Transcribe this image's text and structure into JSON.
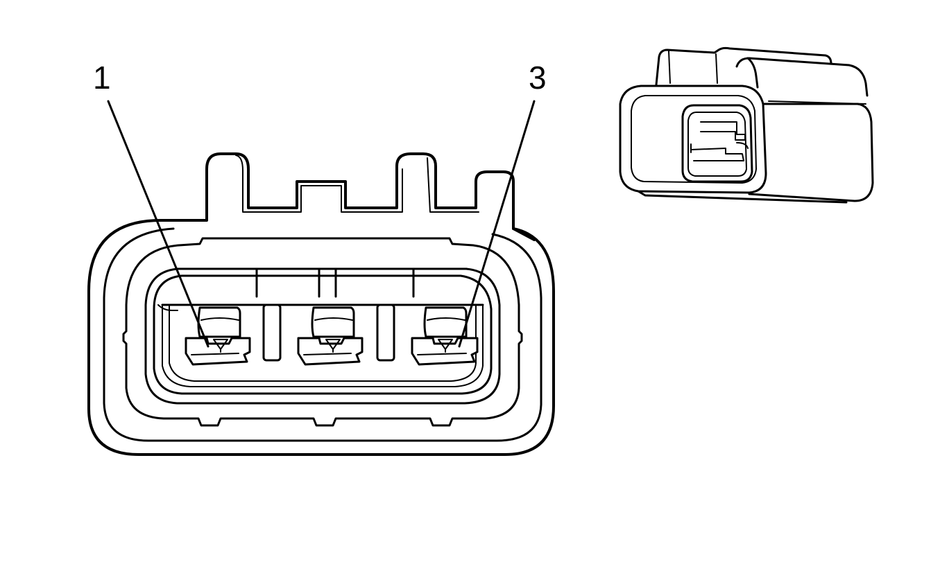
{
  "callouts": [
    {
      "id": "pin-1",
      "label": "1"
    },
    {
      "id": "pin-3",
      "label": "3"
    }
  ],
  "colors": {
    "line": "#000000",
    "background": "#ffffff"
  }
}
